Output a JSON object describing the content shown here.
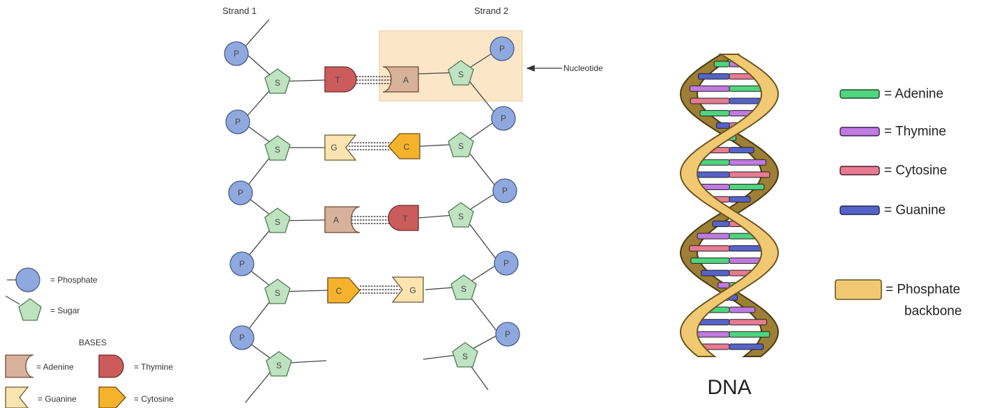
{
  "strand_labels": {
    "strand1": "Strand 1",
    "strand2": "Strand 2"
  },
  "nucleotide_label": "Nucleotide",
  "shape_letters": {
    "phosphate": "P",
    "sugar": "S"
  },
  "base_pairs": [
    {
      "left": "T",
      "right": "A"
    },
    {
      "left": "G",
      "right": "C"
    },
    {
      "left": "A",
      "right": "T"
    },
    {
      "left": "C",
      "right": "G"
    }
  ],
  "left_legend": {
    "phosphate": "= Phosphate",
    "sugar": "= Sugar",
    "bases_title": "BASES",
    "adenine": "= Adenine",
    "thymine": "= Thymine",
    "guanine": "= Guanine",
    "cytosine": "= Cytosine"
  },
  "helix_legend": {
    "adenine": "= Adenine",
    "thymine": "= Thymine",
    "cytosine": "= Cytosine",
    "guanine": "= Guanine",
    "backbone_line1": "= Phosphate",
    "backbone_line2": "backbone"
  },
  "dna_title": "DNA",
  "colors": {
    "phosphate": "#8fa9df",
    "sugar": "#bfe3c0",
    "adenine": "#d8b19b",
    "thymine": "#cc5c5c",
    "guanine": "#fbe4b0",
    "cytosine": "#f5b32d",
    "nucleotide_box": "#fbe6c7",
    "helix_adenine": "#4fd47f",
    "helix_thymine": "#c07ae0",
    "helix_cytosine": "#e77b92",
    "helix_guanine": "#5563c9",
    "backbone": "#f0c972",
    "backbone_dark": "#9d7f35"
  }
}
